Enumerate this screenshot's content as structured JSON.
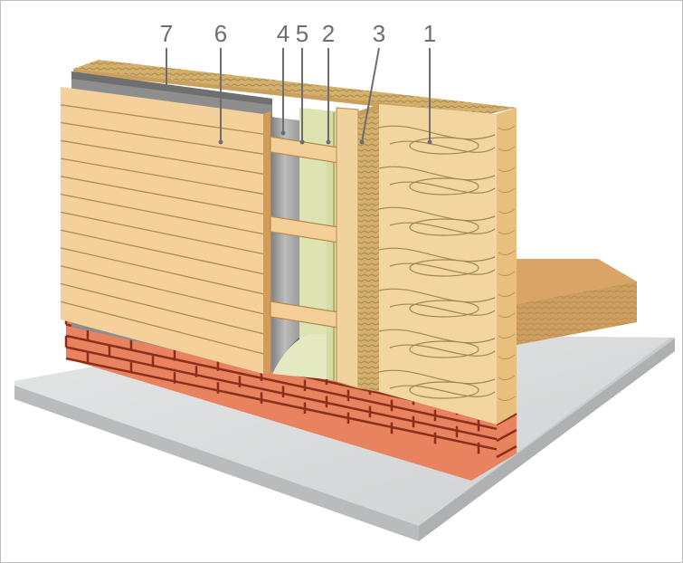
{
  "callouts": [
    {
      "id": "1",
      "label": "1"
    },
    {
      "id": "2",
      "label": "2"
    },
    {
      "id": "3",
      "label": "3"
    },
    {
      "id": "4",
      "label": "4"
    },
    {
      "id": "5",
      "label": "5"
    },
    {
      "id": "6",
      "label": "6"
    },
    {
      "id": "7",
      "label": "7"
    }
  ],
  "colors": {
    "background": "#ffffff",
    "foundation_slab": "#d9dbdc",
    "brick": "#e8825f",
    "mortar": "#8a2f1c",
    "wood_light": "#f7d7a0",
    "wood_mid": "#efc889",
    "wood_dark": "#d8a667",
    "wood_grain": "#9f8a55",
    "membrane_gray": "#a6a6a6",
    "insulation": "#dde4b2",
    "callout_gray": "#6e6e6e"
  },
  "icons": [
    "wall-layer-diagram"
  ]
}
